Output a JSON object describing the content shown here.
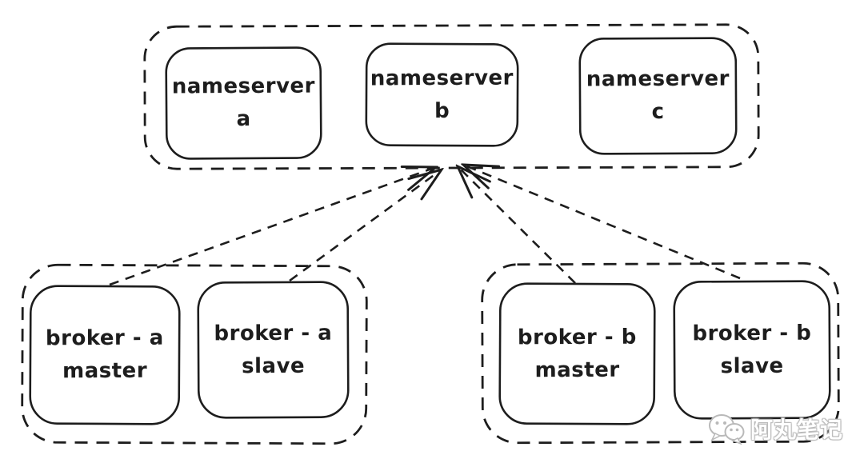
{
  "diagram_type": "hand-drawn architecture sketch",
  "nodes": {
    "nameserver_a": {
      "line1": "nameserver",
      "line2": "a"
    },
    "nameserver_b": {
      "line1": "nameserver",
      "line2": "b"
    },
    "nameserver_c": {
      "line1": "nameserver",
      "line2": "c"
    },
    "broker_a_master": {
      "line1": "broker - a",
      "line2": "master"
    },
    "broker_a_slave": {
      "line1": "broker - a",
      "line2": "slave"
    },
    "broker_b_master": {
      "line1": "broker - b",
      "line2": "master"
    },
    "broker_b_slave": {
      "line1": "broker - b",
      "line2": "slave"
    }
  },
  "clusters": [
    {
      "id": "nameserver_cluster",
      "members": [
        "nameserver_a",
        "nameserver_b",
        "nameserver_c"
      ]
    },
    {
      "id": "broker_a_group",
      "members": [
        "broker_a_master",
        "broker_a_slave"
      ]
    },
    {
      "id": "broker_b_group",
      "members": [
        "broker_b_master",
        "broker_b_slave"
      ]
    }
  ],
  "edges": [
    {
      "from": "broker_a_master",
      "to": "nameserver_cluster",
      "style": "dashed-arrow"
    },
    {
      "from": "broker_a_slave",
      "to": "nameserver_cluster",
      "style": "dashed-arrow"
    },
    {
      "from": "broker_b_master",
      "to": "nameserver_cluster",
      "style": "dashed-arrow"
    },
    {
      "from": "broker_b_slave",
      "to": "nameserver_cluster",
      "style": "dashed-arrow"
    }
  ],
  "watermark": {
    "text": "阿丸笔记",
    "icon": "wechat-icon"
  },
  "colors": {
    "ink": "#1d1d1d",
    "background": "#ffffff",
    "watermark": "#bdbdbd"
  }
}
